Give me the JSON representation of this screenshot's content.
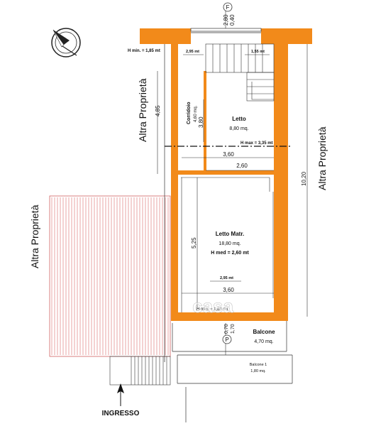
{
  "neighbors": {
    "upper": "Altra Proprietà",
    "lower": "Altra Proprietà",
    "right": "Altra Proprietà"
  },
  "rooms": {
    "corridoio": {
      "name": "Corridoio",
      "area": "4,60 mq."
    },
    "letto": {
      "name": "Letto",
      "area": "8,80 mq."
    },
    "letto_matr": {
      "name": "Letto Matr.",
      "area": "18,80 mq.",
      "height": "H med = 2,60 mt"
    },
    "balcone": {
      "name": "Balcone",
      "area": "4,70 mq."
    },
    "balcone1": {
      "name": "Balcone 1",
      "area": "1,80 mq."
    }
  },
  "heights": {
    "h_min_top": "H min. = 1,85 mt",
    "h_max": "H max = 3,35 mt",
    "h_min_bottom": "H min. = 1,85 mt"
  },
  "dimensions": {
    "top_280": "2,80",
    "top_040": "0,40",
    "d_295_top": "2,95 mt",
    "d_155": "1,55 mt",
    "d_485": "4,85",
    "d_380": "3,80",
    "d_360_top": "3,60",
    "d_260": "2,60",
    "d_1020": "10,20",
    "d_525": "5,25",
    "d_295_bottom": "2,95 mt",
    "d_360_bottom": "3,60",
    "d_070": "0,70",
    "d_170": "1,70"
  },
  "markers": {
    "top": "F",
    "bottom": "P"
  },
  "entrance": "INGRESSO",
  "watermark": "casa",
  "colors": {
    "wall": "#f28a1a",
    "hatch": "#e08080",
    "line": "#111111"
  }
}
